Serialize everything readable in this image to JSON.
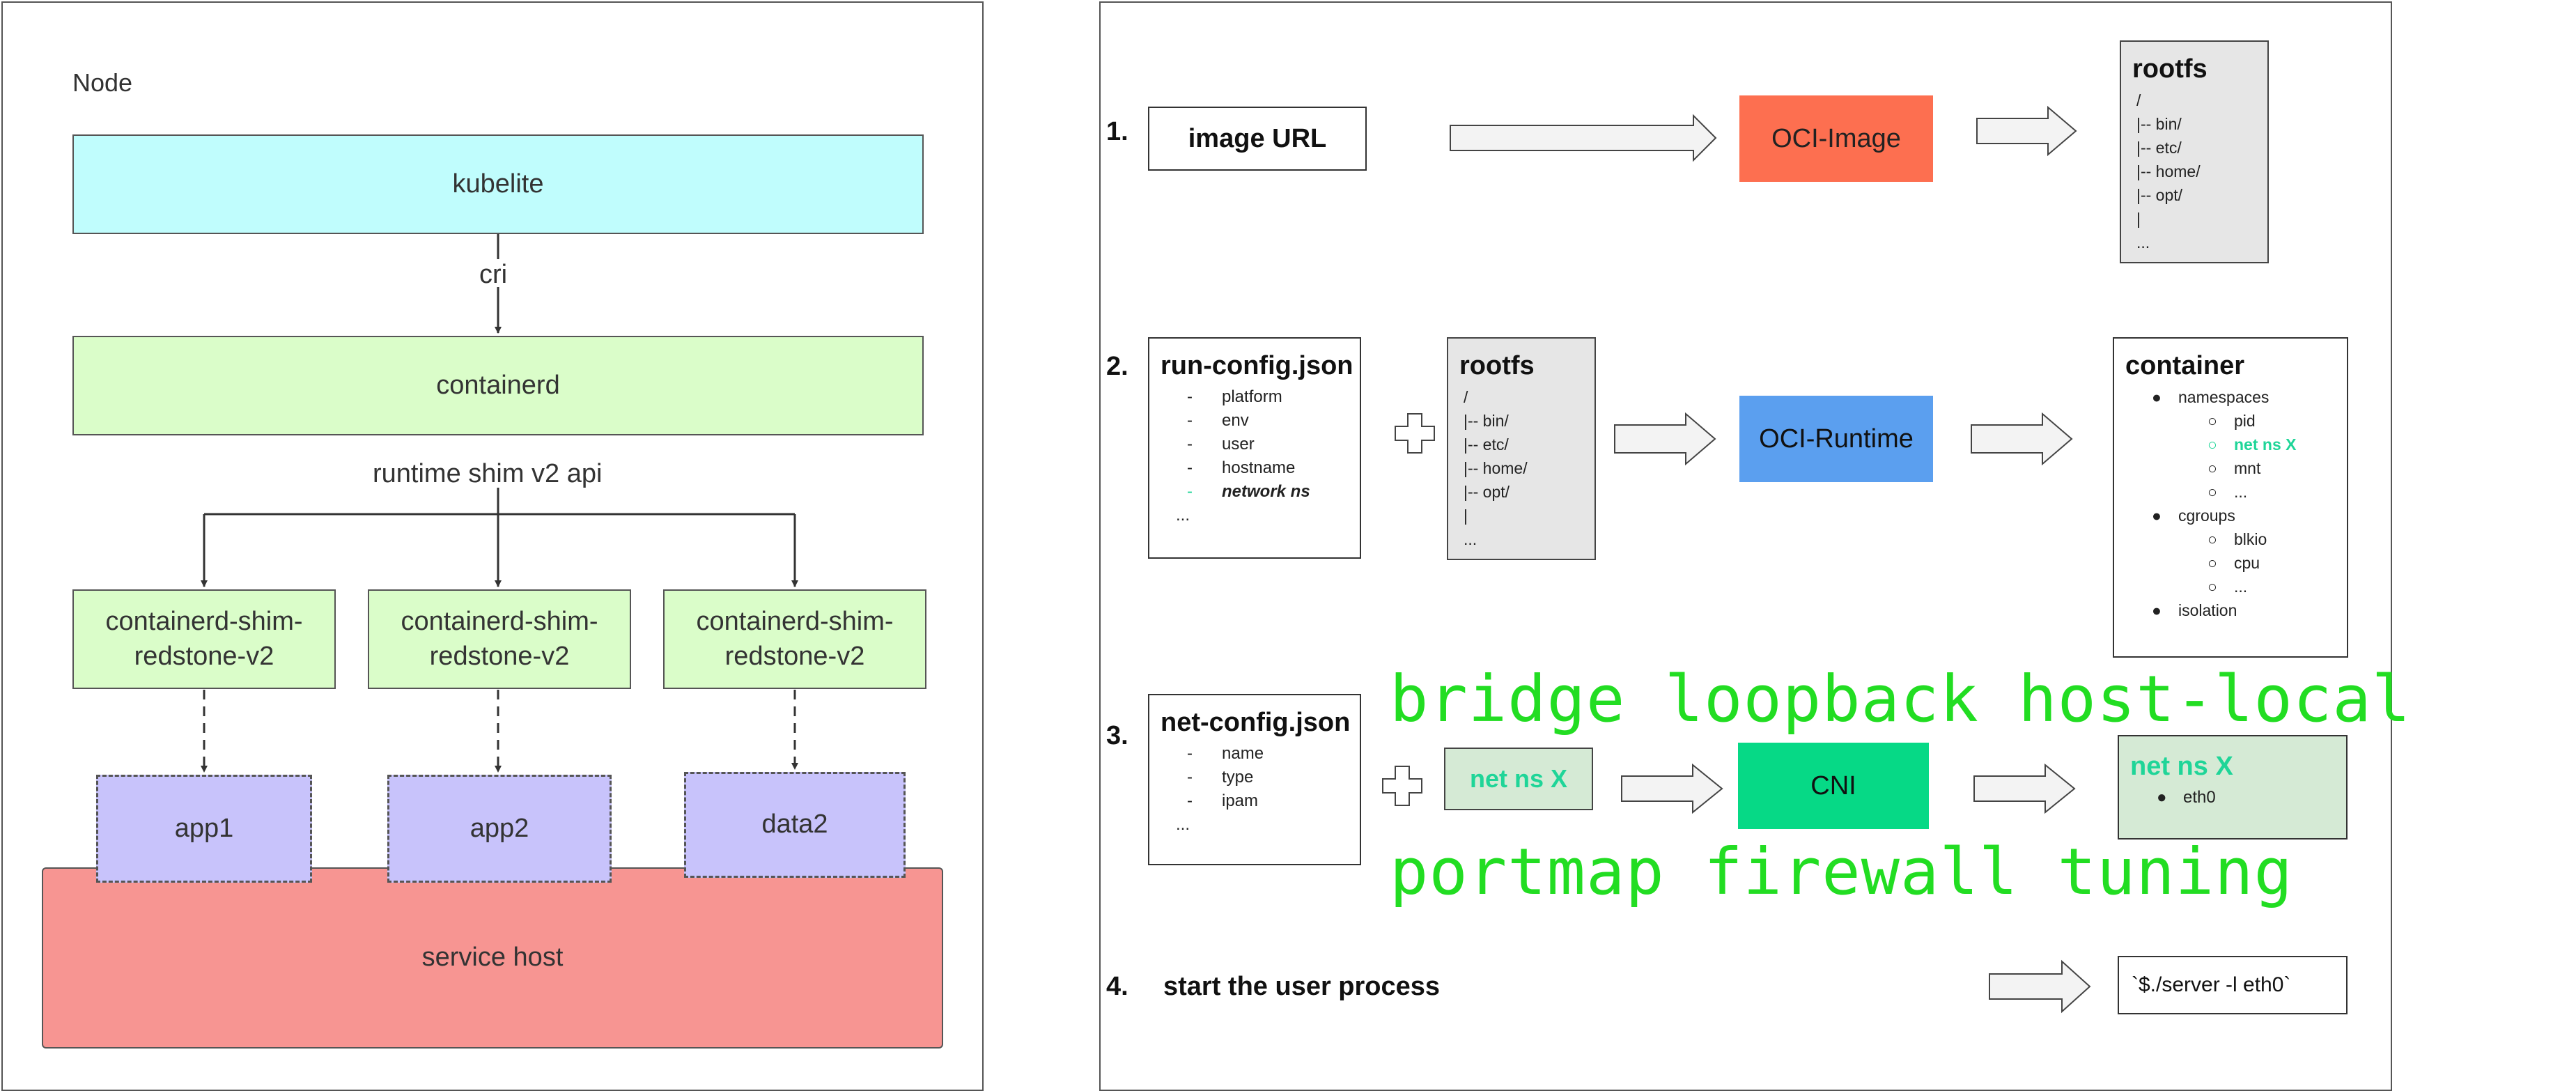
{
  "left": {
    "node_label": "Node",
    "kubelite": "kubelite",
    "cri": "cri",
    "containerd": "containerd",
    "shim_api": "runtime shim v2 api",
    "shims": [
      "containerd-shim-\nredstone-v2",
      "containerd-shim-\nredstone-v2",
      "containerd-shim-\nredstone-v2"
    ],
    "apps": [
      "app1",
      "app2",
      "data2"
    ],
    "service_host": "service host"
  },
  "right": {
    "steps": [
      "1.",
      "2.",
      "3.",
      "4."
    ],
    "image_url": "image URL",
    "oci_image": "OCI-Image",
    "rootfs": {
      "title": "rootfs",
      "lines": [
        "/",
        "|-- bin/",
        "|-- etc/",
        "|-- home/",
        "|-- opt/",
        "|",
        "..."
      ]
    },
    "run_config": {
      "title": "run-config.json",
      "items": [
        "platform",
        "env",
        "user",
        "hostname",
        "network ns"
      ],
      "more": "..."
    },
    "oci_runtime": "OCI-Runtime",
    "container": {
      "title": "container",
      "namespaces": "namespaces",
      "ns_items": [
        "pid",
        "net ns X",
        "mnt",
        "..."
      ],
      "cgroups": "cgroups",
      "cg_items": [
        "blkio",
        "cpu",
        "..."
      ],
      "isolation": "isolation"
    },
    "plugins_top": "bridge loopback host-local",
    "plugins_bottom": "portmap firewall tuning",
    "net_config": {
      "title": "net-config.json",
      "items": [
        "name",
        "type",
        "ipam"
      ],
      "more": "..."
    },
    "net_ns": "net ns X",
    "cni": "CNI",
    "net_ns_result": {
      "title": "net ns X",
      "item": "eth0"
    },
    "start_process": "start the user process",
    "server_cmd": "`$./server -l eth0`"
  },
  "colors": {
    "kubelite": "#c0fdfd",
    "containerd": "#dafdc9",
    "app": "#c8c3fb",
    "service_host": "#f79592",
    "oci_image": "#fd6f50",
    "oci_runtime": "#5b9fef",
    "cni": "#06d986",
    "net_green": "#1fd598",
    "plugin_text": "#22dd22",
    "rootfs_grey": "#e6e6e6",
    "netns_box": "#d5ead5"
  }
}
